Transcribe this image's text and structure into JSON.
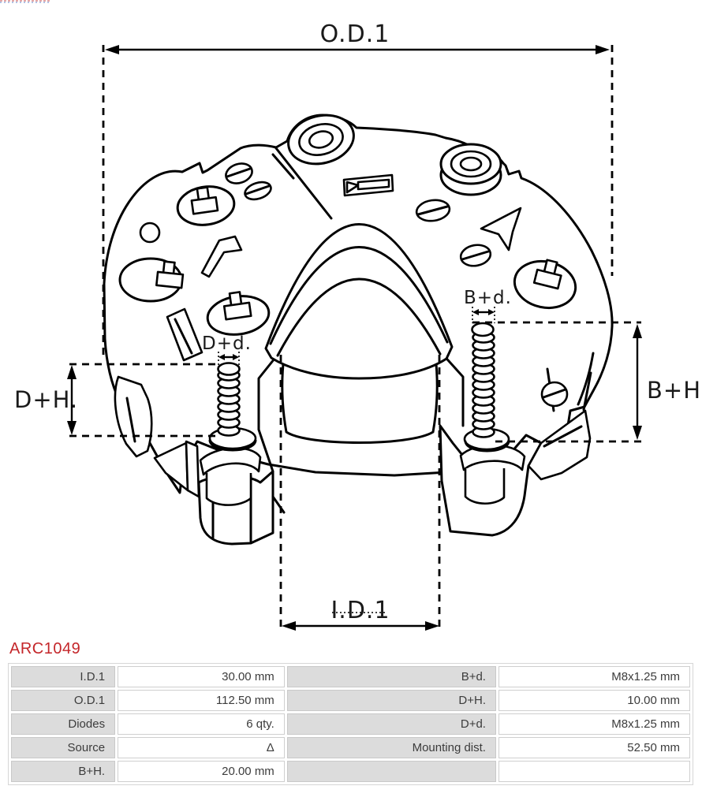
{
  "drawing": {
    "od1_label": "O.D.1",
    "id1_label": "I.D.1",
    "dh_label": "D+H.",
    "bh_label": "B+H.",
    "bd_label": "B+d.",
    "dd_label": "D+d.",
    "line_color": "#000000",
    "icons": [
      "dimension-arrows",
      "rectifier-line-art"
    ]
  },
  "part_number": {
    "text": "ARC1049",
    "color": "#c4262a"
  },
  "spec_table": {
    "label_bg": "#dcdcdc",
    "border_color": "#c9c9c9",
    "text_color": "#3c3c3c",
    "rows": [
      [
        "I.D.1",
        "30.00 mm",
        "B+d.",
        "M8x1.25 mm"
      ],
      [
        "O.D.1",
        "112.50 mm",
        "D+H.",
        "10.00 mm"
      ],
      [
        "Diodes",
        "6 qty.",
        "D+d.",
        "M8x1.25 mm"
      ],
      [
        "Source",
        "Δ",
        "Mounting dist.",
        "52.50 mm"
      ],
      [
        "B+H.",
        "20.00 mm",
        "",
        ""
      ]
    ]
  }
}
